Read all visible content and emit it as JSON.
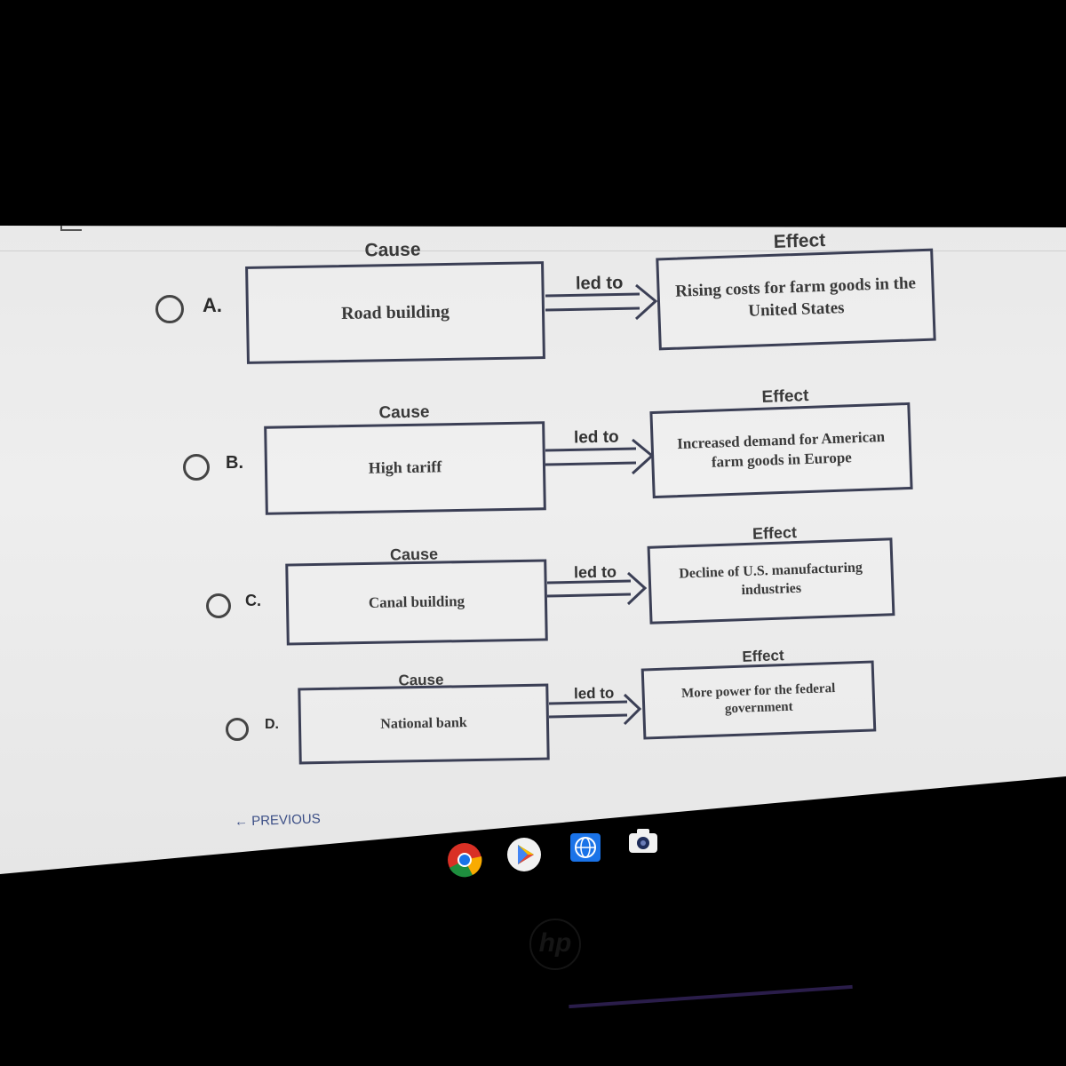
{
  "options": [
    {
      "letter": "A.",
      "cause_label": "Cause",
      "cause": "Road building",
      "connector": "led to",
      "effect_label": "Effect",
      "effect": "Rising costs for farm goods in the United States"
    },
    {
      "letter": "B.",
      "cause_label": "Cause",
      "cause": "High tariff",
      "connector": "led to",
      "effect_label": "Effect",
      "effect": "Increased demand for American farm goods in Europe"
    },
    {
      "letter": "C.",
      "cause_label": "Cause",
      "cause": "Canal building",
      "connector": "led to",
      "effect_label": "Effect",
      "effect": "Decline of U.S. manufacturing industries"
    },
    {
      "letter": "D.",
      "cause_label": "Cause",
      "cause": "National bank",
      "connector": "led to",
      "effect_label": "Effect",
      "effect": "More power for the federal government"
    }
  ],
  "nav": {
    "previous": "← PREVIOUS"
  },
  "colors": {
    "box_border": "#3b3f55",
    "arrow": "#3b3f55",
    "previous_link": "#3c4f86"
  },
  "taskbar": {
    "icons": [
      "chrome-icon",
      "play-store-icon",
      "web-store-icon",
      "camera-icon"
    ]
  },
  "hardware": {
    "logo": "hp"
  }
}
